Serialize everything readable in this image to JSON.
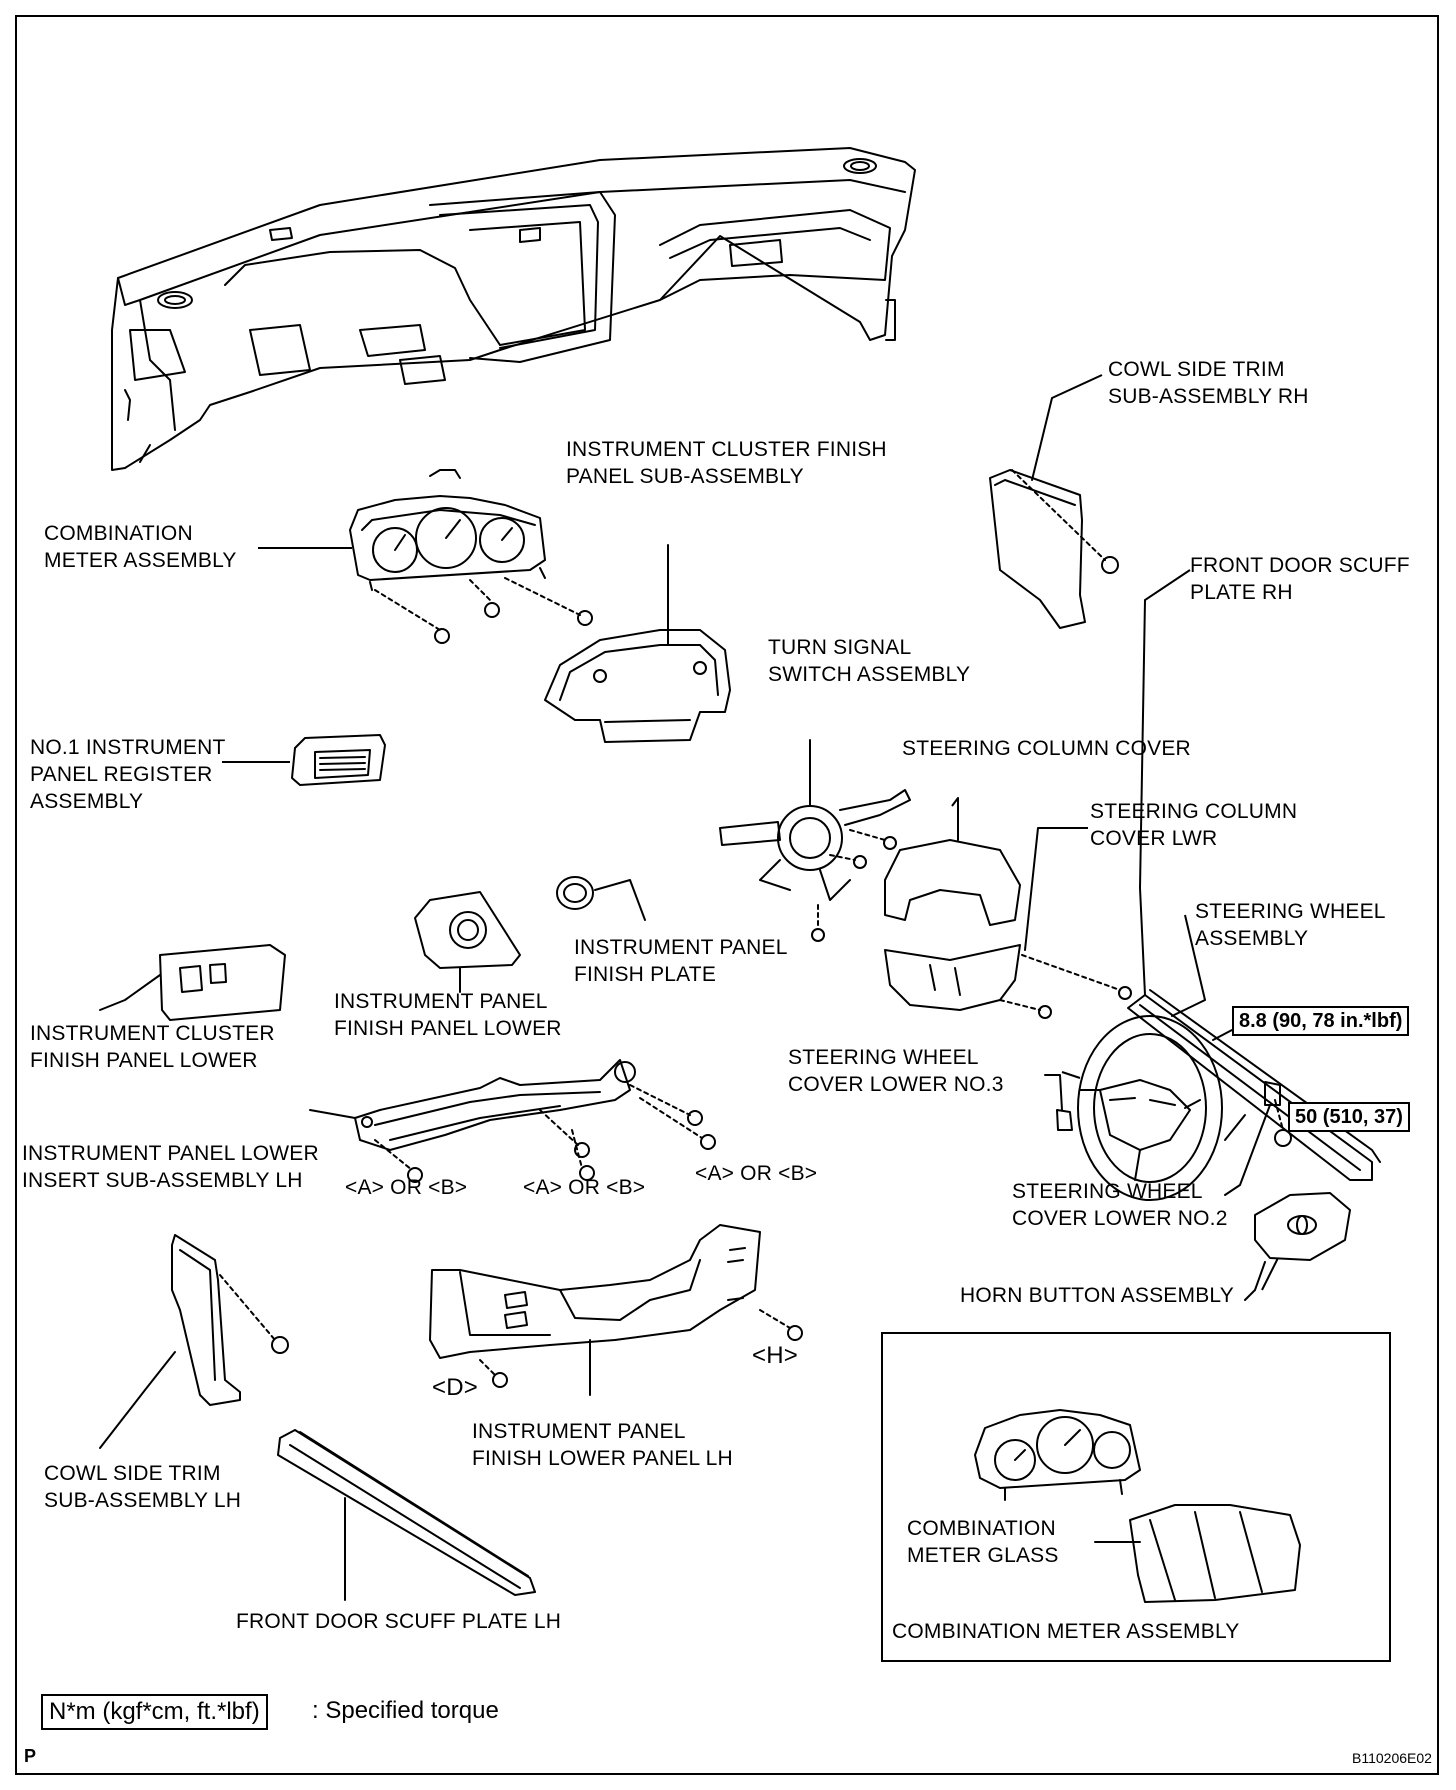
{
  "labels": {
    "cowl_rh": [
      "COWL SIDE TRIM",
      "SUB-ASSEMBLY RH"
    ],
    "cluster_finish": [
      "INSTRUMENT CLUSTER FINISH",
      "PANEL SUB-ASSEMBLY"
    ],
    "combination_meter": [
      "COMBINATION",
      "METER ASSEMBLY"
    ],
    "front_door_scuff_rh": [
      "FRONT DOOR SCUFF",
      "PLATE RH"
    ],
    "turn_signal": [
      "TURN SIGNAL",
      "SWITCH ASSEMBLY"
    ],
    "register": [
      "NO.1 INSTRUMENT",
      "PANEL REGISTER",
      "ASSEMBLY"
    ],
    "column_cover": "STEERING COLUMN COVER",
    "column_cover_lwr": [
      "STEERING COLUMN",
      "COVER LWR"
    ],
    "steering_wheel": [
      "STEERING WHEEL",
      "ASSEMBLY"
    ],
    "finish_plate": [
      "INSTRUMENT PANEL",
      "FINISH PLATE"
    ],
    "finish_panel_lower": [
      "INSTRUMENT PANEL",
      "FINISH PANEL LOWER"
    ],
    "cluster_finish_lower": [
      "INSTRUMENT CLUSTER",
      "FINISH PANEL LOWER"
    ],
    "wheel_cover_no3": [
      "STEERING WHEEL",
      "COVER LOWER NO.3"
    ],
    "lower_insert": [
      "INSTRUMENT PANEL LOWER",
      "INSERT SUB-ASSEMBLY LH"
    ],
    "ab_1": "<A> OR <B>",
    "ab_2": "<A> OR <B>",
    "ab_3": "<A> OR <B>",
    "wheel_cover_no2": [
      "STEERING WHEEL",
      "COVER LOWER NO.2"
    ],
    "horn": "HORN BUTTON ASSEMBLY",
    "h_mark": "<H>",
    "d_mark": "<D>",
    "finish_lower_lh": [
      "INSTRUMENT PANEL",
      "FINISH LOWER PANEL LH"
    ],
    "cowl_lh": [
      "COWL SIDE TRIM",
      "SUB-ASSEMBLY LH"
    ],
    "front_door_scuff_lh": "FRONT DOOR SCUFF PLATE LH",
    "meter_glass": [
      "COMBINATION",
      "METER GLASS"
    ],
    "inset_title": "COMBINATION METER ASSEMBLY"
  },
  "torque": {
    "t1": "8.8 (90, 78 in.*lbf)",
    "t2": "50 (510, 37)"
  },
  "legend": {
    "box": "N*m (kgf*cm, ft.*lbf)",
    "text": ": Specified torque"
  },
  "page_letter": "P",
  "figure_code": "B110206E02"
}
